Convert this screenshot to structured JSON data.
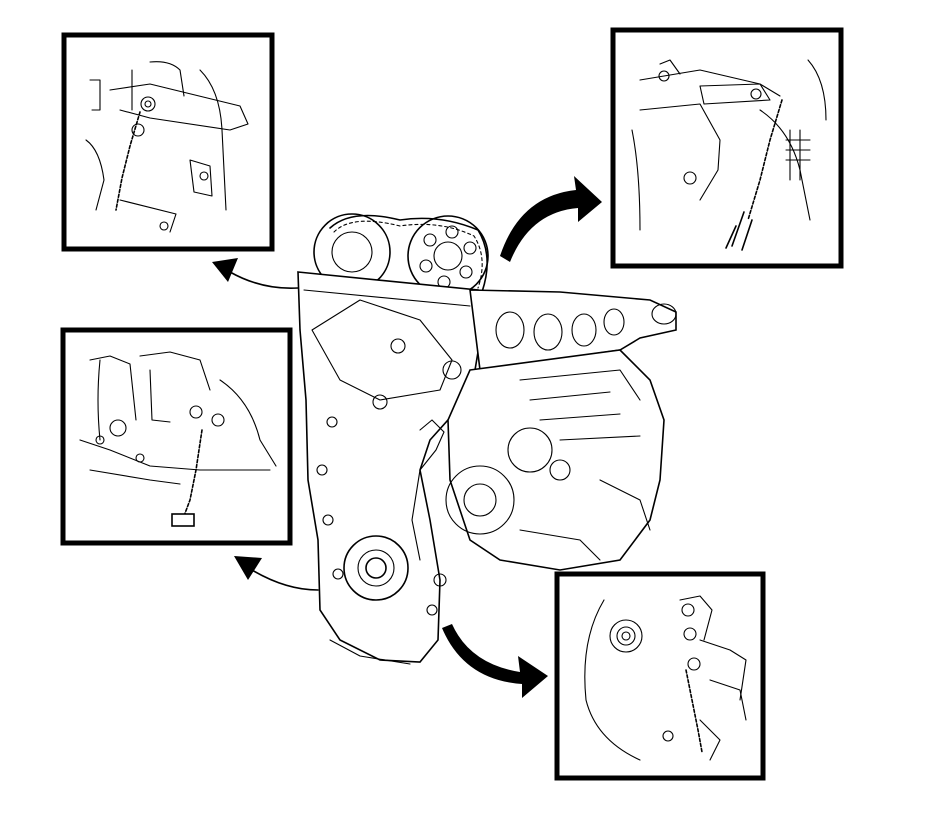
{
  "colors": {
    "ink": "#000000",
    "paper": "#ffffff"
  },
  "diagram": {
    "subject": "engine-block-line-drawing",
    "detail_views": [
      {
        "id": "detail-upper-left",
        "icon": "cam-chain-tensioner-bolt"
      },
      {
        "id": "detail-upper-right",
        "icon": "timing-cover-bolt"
      },
      {
        "id": "detail-middle-left",
        "icon": "oil-pan-bolt"
      },
      {
        "id": "detail-lower-right",
        "icon": "crank-seal-bolt"
      }
    ],
    "arrows": [
      {
        "from": "engine",
        "to": "detail-upper-left"
      },
      {
        "from": "engine",
        "to": "detail-upper-right"
      },
      {
        "from": "engine",
        "to": "detail-middle-left"
      },
      {
        "from": "engine",
        "to": "detail-lower-right"
      }
    ]
  }
}
